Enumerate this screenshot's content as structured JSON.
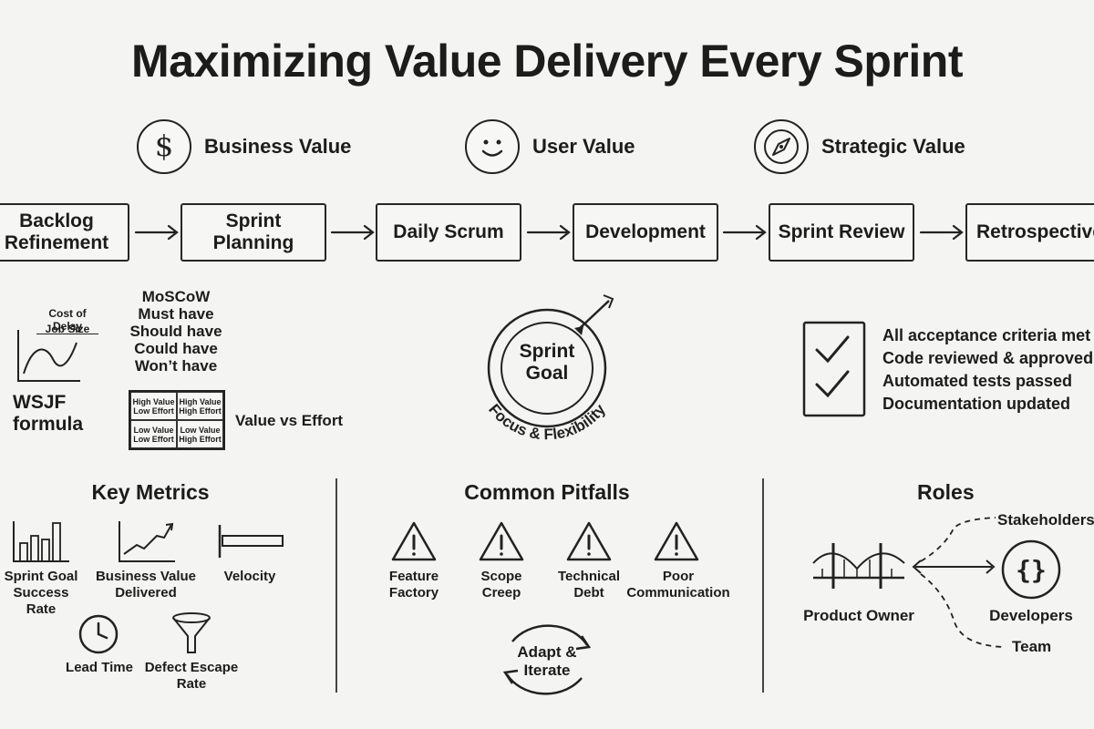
{
  "title": "Maximizing Value Delivery Every Sprint",
  "values": [
    {
      "label": "Business Value",
      "icon": "dollar-icon"
    },
    {
      "label": "User Value",
      "icon": "smiley-icon"
    },
    {
      "label": "Strategic Value",
      "icon": "compass-icon"
    }
  ],
  "process_steps": [
    "Backlog\nRefinement",
    "Sprint\nPlanning",
    "Daily Scrum",
    "Development",
    "Sprint Review",
    "Retrospective"
  ],
  "prioritization": {
    "wsjf_numerator": "Cost of Delay",
    "wsjf_denominator": "Job Size",
    "wsjf_label": "WSJF\nformula",
    "moscow_title": "MoSCoW",
    "moscow_items": [
      "Must have",
      "Should have",
      "Could have",
      "Won’t have"
    ],
    "matrix_cells": [
      "High Value\nLow Effort",
      "High Value\nHigh Effort",
      "Low Value\nLow Effort",
      "Low Value\nHigh Effort"
    ],
    "matrix_label": "Value vs Effort"
  },
  "sprint_goal": {
    "label": "Sprint\nGoal",
    "arc_text": "Focus & Flexibility"
  },
  "definition_of_done": [
    "All acceptance criteria met",
    "Code reviewed & approved",
    "Automated tests passed",
    "Documentation updated"
  ],
  "key_metrics": {
    "heading": "Key Metrics",
    "items": [
      {
        "label": "Sprint Goal\nSuccess Rate",
        "icon": "bar-chart-icon"
      },
      {
        "label": "Business Value\nDelivered",
        "icon": "trend-line-icon"
      },
      {
        "label": "Velocity",
        "icon": "velocity-bar-icon"
      },
      {
        "label": "Lead Time",
        "icon": "clock-icon"
      },
      {
        "label": "Defect Escape\nRate",
        "icon": "funnel-icon"
      }
    ]
  },
  "common_pitfalls": {
    "heading": "Common Pitfalls",
    "items": [
      {
        "label": "Feature\nFactory",
        "icon": "warning-icon"
      },
      {
        "label": "Scope\nCreep",
        "icon": "warning-icon"
      },
      {
        "label": "Technical\nDebt",
        "icon": "warning-icon"
      },
      {
        "label": "Poor\nCommunication",
        "icon": "warning-icon"
      }
    ],
    "cycle_label": "Adapt &\nIterate"
  },
  "roles": {
    "heading": "Roles",
    "product_owner": "Product Owner",
    "developers": "Developers",
    "stakeholders": "Stakeholders",
    "team": "Team"
  }
}
